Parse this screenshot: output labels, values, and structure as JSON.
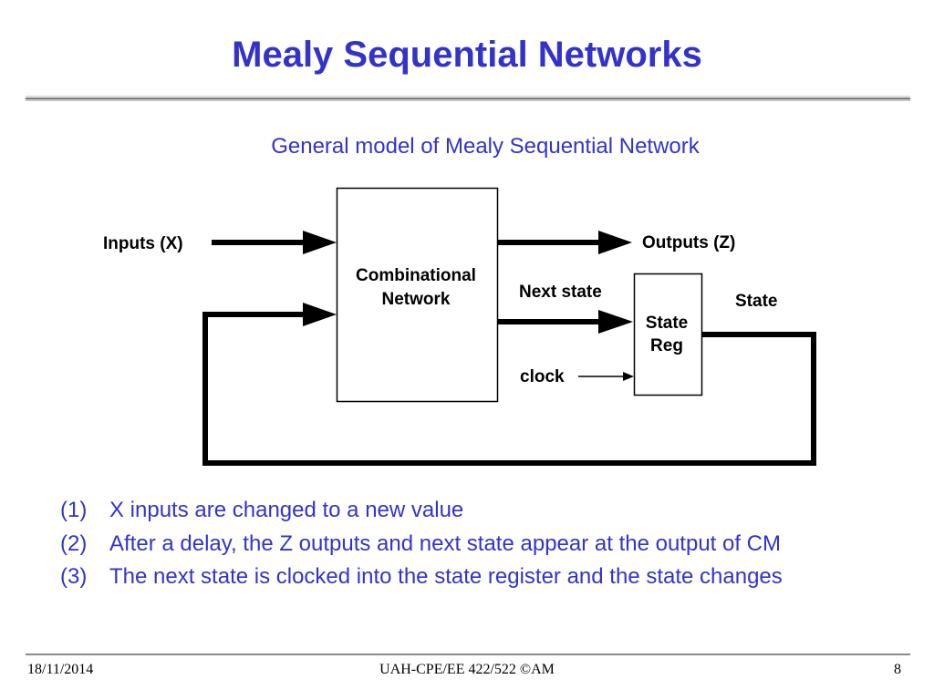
{
  "slide": {
    "title": "Mealy Sequential Networks",
    "subtitle": "General model of Mealy Sequential Network"
  },
  "diagram": {
    "inputs_label": "Inputs (X)",
    "outputs_label": "Outputs (Z)",
    "comb_line1": "Combinational",
    "comb_line2": "Network",
    "next_state_label": "Next state",
    "state_reg_line1": "State",
    "state_reg_line2": "Reg",
    "state_label": "State",
    "clock_label": "clock"
  },
  "steps": [
    {
      "num": "(1)",
      "text": "X inputs are changed to a new value"
    },
    {
      "num": "(2)",
      "text": "After a delay, the Z outputs and next state appear at the output of CM"
    },
    {
      "num": "(3)",
      "text": "The next state is clocked into the state register and the state changes"
    }
  ],
  "footer": {
    "date": "18/11/2014",
    "course": "UAH-CPE/EE 422/522 ©AM",
    "page": "8"
  }
}
